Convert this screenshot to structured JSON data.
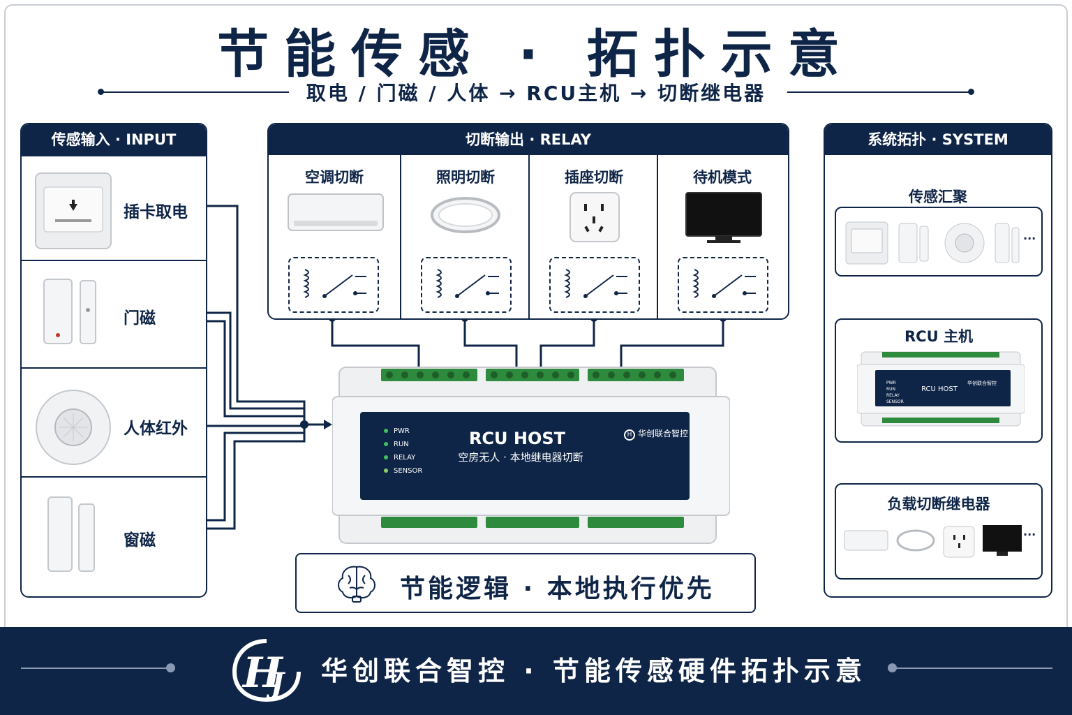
{
  "header": {
    "title": "节能传感 · 拓扑示意",
    "subtitle": "取电 / 门磁 / 人体 → RCU主机 → 切断继电器"
  },
  "input_panel": {
    "title": "传感输入 · INPUT",
    "items": [
      {
        "label": "插卡取电",
        "icon": "card-switch-icon"
      },
      {
        "label": "门磁",
        "icon": "door-sensor-icon"
      },
      {
        "label": "人体红外",
        "icon": "pir-sensor-icon"
      },
      {
        "label": "窗磁",
        "icon": "window-sensor-icon"
      }
    ]
  },
  "relay_panel": {
    "title": "切断输出 · RELAY",
    "items": [
      {
        "label": "空调切断",
        "icon": "air-conditioner-icon"
      },
      {
        "label": "照明切断",
        "icon": "ceiling-light-icon"
      },
      {
        "label": "插座切断",
        "icon": "socket-icon"
      },
      {
        "label": "待机模式",
        "icon": "tv-icon"
      }
    ]
  },
  "host": {
    "title": "RCU HOST",
    "subtitle": "空房无人 · 本地继电器切断",
    "brand": "华创联合智控",
    "leds": [
      "PWR",
      "RUN",
      "RELAY",
      "SENSOR"
    ]
  },
  "logic": {
    "text": "节能逻辑 · 本地执行优先",
    "icon": "brain-icon"
  },
  "system_panel": {
    "title": "系统拓扑 · SYSTEM",
    "steps": [
      {
        "label": "传感汇聚",
        "more": "···"
      },
      {
        "label": "RCU 主机",
        "device_label": "RCU HOST",
        "device_brand": "华创联合智控",
        "device_leds": [
          "PWR",
          "RUN",
          "RELAY",
          "SENSOR"
        ]
      },
      {
        "label": "负载切断继电器",
        "more": "···"
      }
    ]
  },
  "footer": {
    "text": "华创联合智控 · 节能传感硬件拓扑示意",
    "logo": "hj-logo-icon"
  },
  "colors": {
    "navy": "#0f2547",
    "terminal_green": "#2e8b3e",
    "device_grey": "#e8eaed"
  }
}
